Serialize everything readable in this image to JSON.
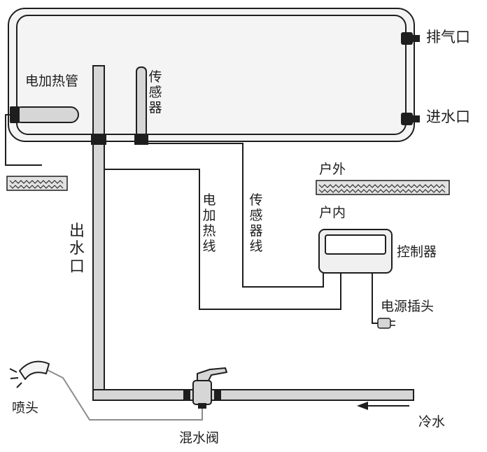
{
  "labels": {
    "exhaust_port": "排气口",
    "water_inlet": "进水口",
    "electric_heating_tube": "电加热管",
    "sensor": "传感器",
    "outdoor": "户外",
    "indoor": "户内",
    "controller": "控制器",
    "water_outlet": "出水口",
    "heating_wire": "电加热线",
    "sensor_wire": "传感器线",
    "power_plug": "电源插头",
    "shower_head": "喷头",
    "mixing_valve": "混水阀",
    "cold_water": "冷水"
  },
  "colors": {
    "stroke": "#1e1e1e",
    "pipe_fill": "#d6d6d6",
    "tank_fill": "#f4f4f4",
    "wall_fill": "#e2e2e2"
  }
}
